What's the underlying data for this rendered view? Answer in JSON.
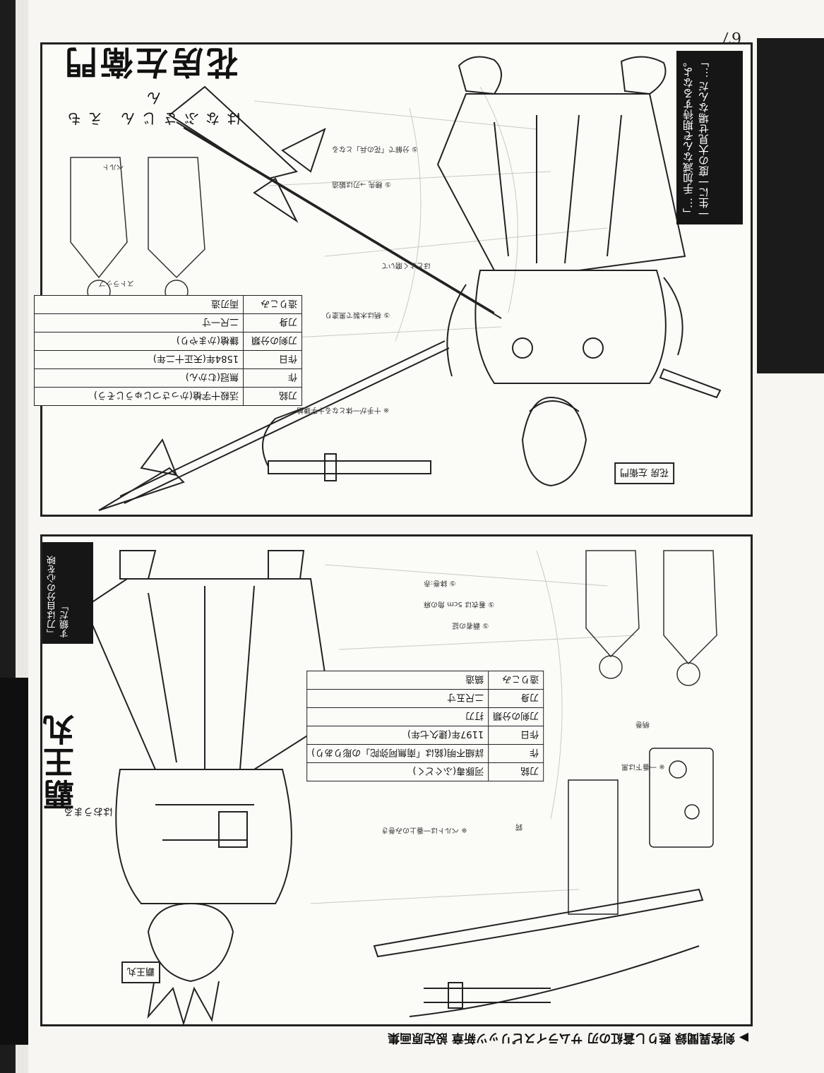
{
  "page": {
    "number": "67"
  },
  "footer": {
    "text": "▶ 剣客異聞録 甦りし蒼紅の刃 サムライスピリッツ新章 設定原画集"
  },
  "top_character": {
    "name": "花房左衛門",
    "reading": "はなぶさじん えもん",
    "quote": "「… 手加減なんぞ期待するなよ。 一生に一度の大見せ場なんだ …」",
    "tag": "花房 左衛門",
    "spec_table": [
      {
        "key": "刀銘",
        "value": "活殺十字槍(かっさつじゅうじそう)"
      },
      {
        "key": "作",
        "value": "無冠(むかん)"
      },
      {
        "key": "作日",
        "value": "1584年(天正十二年)"
      },
      {
        "key": "刀剣の分類",
        "value": "鎌槍(かまやり)"
      },
      {
        "key": "刀身",
        "value": "二尺一寸"
      },
      {
        "key": "造りこみ",
        "value": "両刃造"
      }
    ],
    "notes": [
      "※ 十手が一体となる十字鎌槍",
      "⑤ 柄は木製で黒塗り",
      "⑤ 穂先 →刃は鍛造",
      "⑤ 分解で「花の兵」となる",
      "ほどよく磨いて",
      "ベルト",
      "ストラップ"
    ]
  },
  "bottom_character": {
    "name": "覇王丸",
    "reading": "はおうまる",
    "quote": "「刀は自分の心を映す鏡だ」",
    "tag": "覇王丸",
    "spec_table": [
      {
        "key": "刀銘",
        "value": "河豚毒(ふぐどく)"
      },
      {
        "key": "作",
        "value": "詳細不明(銘は「南無阿弥陀」の彫りあり)"
      },
      {
        "key": "作日",
        "value": "1197年(建久七年)"
      },
      {
        "key": "刀剣の分類",
        "value": "打刀"
      },
      {
        "key": "刀身",
        "value": "二尺五寸"
      },
      {
        "key": "造りこみ",
        "value": "鎬造"
      }
    ],
    "notes": [
      "※ ベルトは一番上のみ巻き",
      "⑤ 着衣は 5cm 角の麻",
      "⑤ 鉢巻:赤",
      "⑤ 覇者の証",
      "※ 一番下は黒",
      "鍔",
      "柄巻"
    ]
  }
}
